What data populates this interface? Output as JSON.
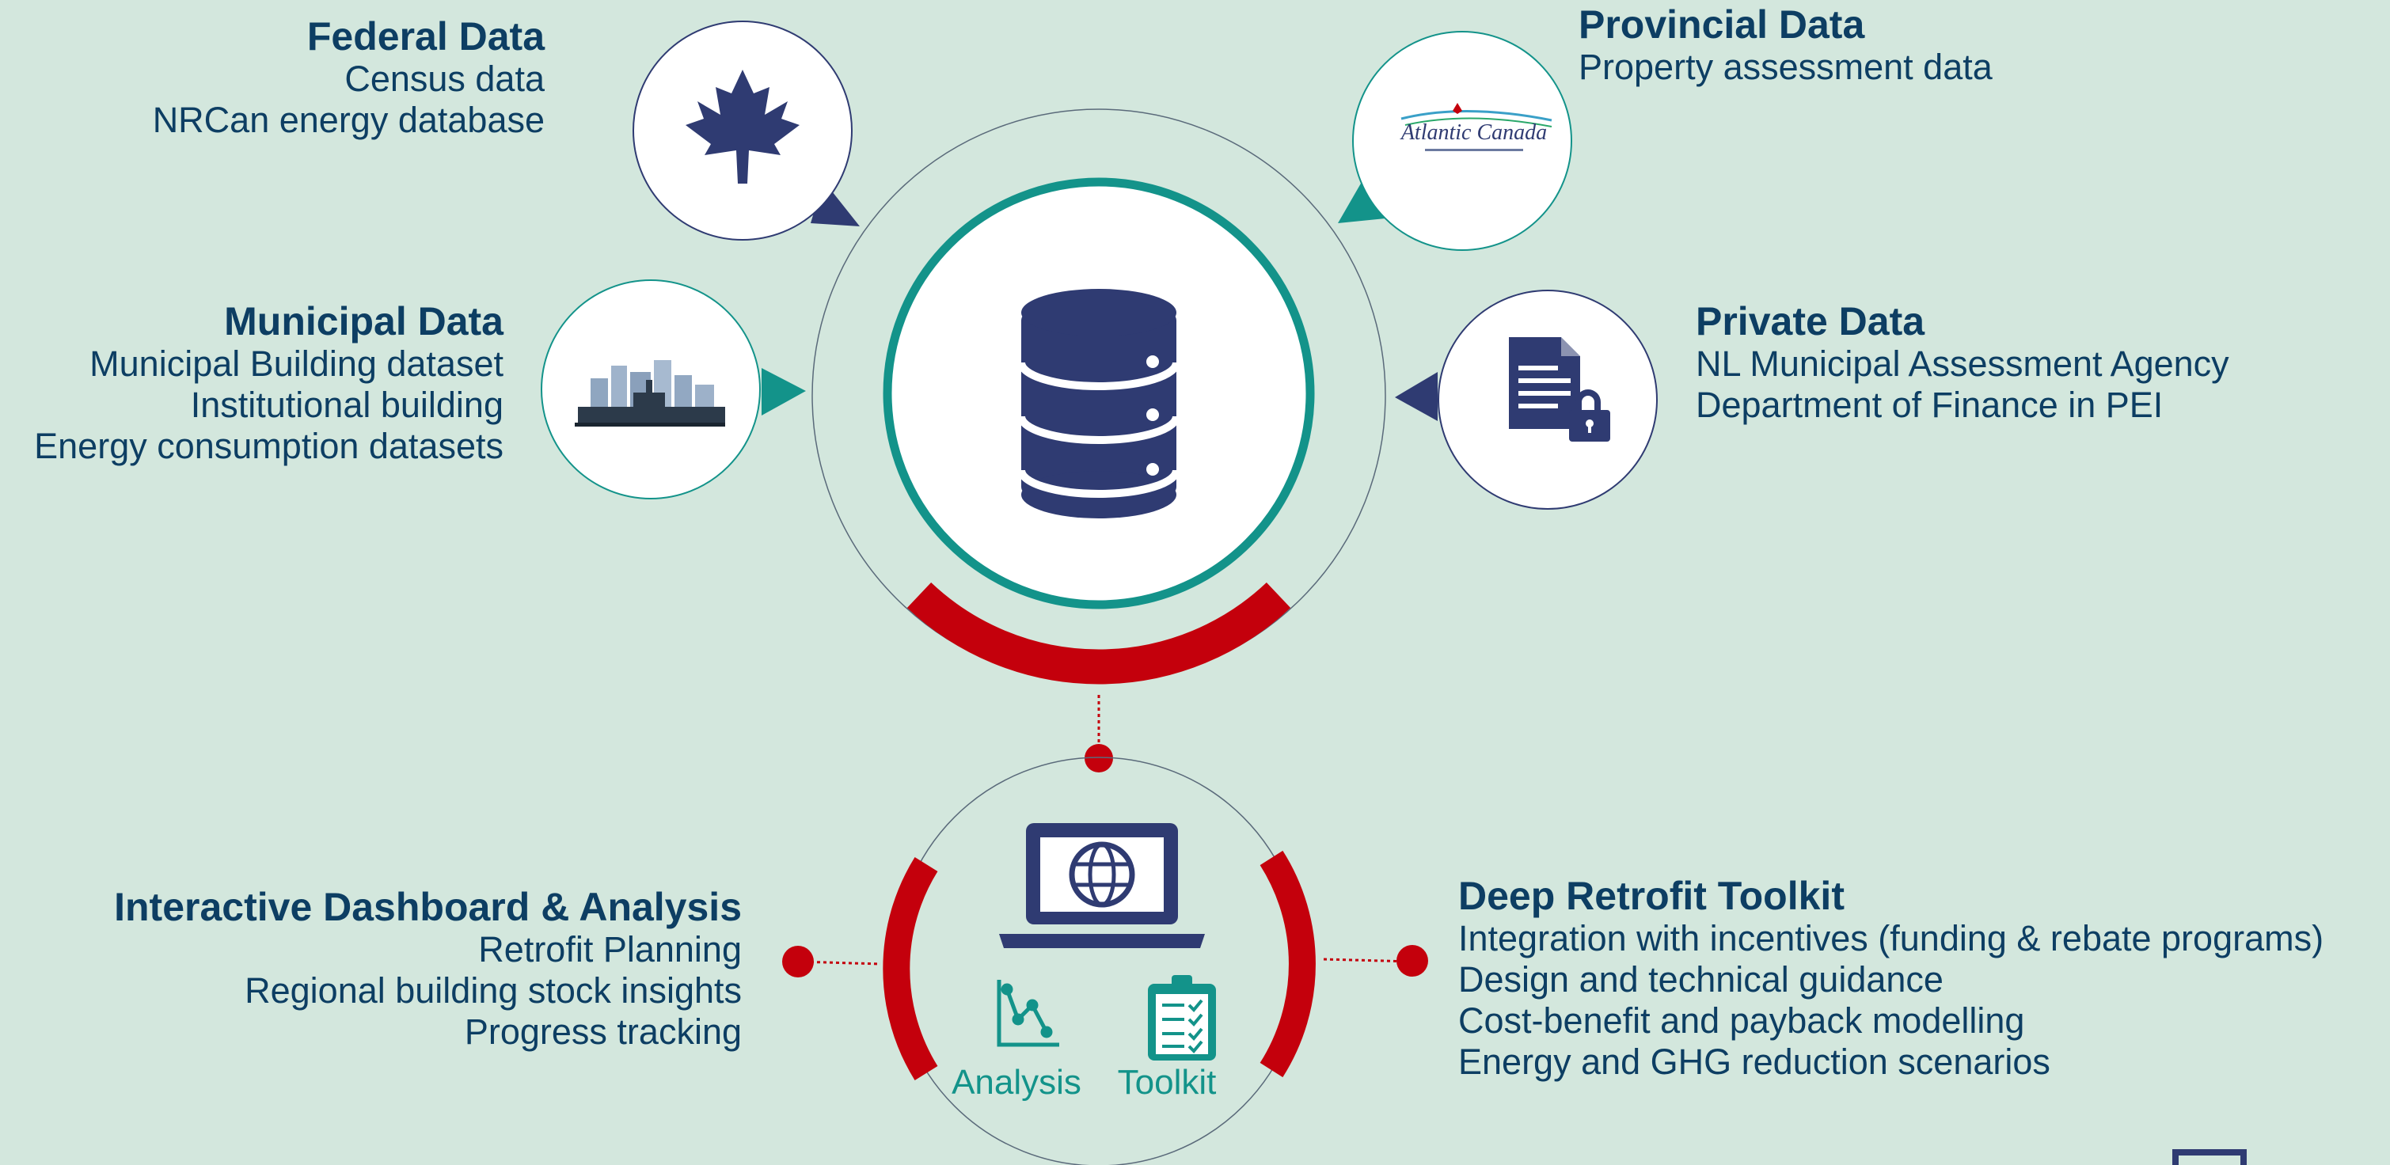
{
  "sources": {
    "federal": {
      "title": "Federal Data",
      "items": [
        "Census data",
        "NRCan energy database"
      ],
      "icon": "maple-leaf-icon"
    },
    "provincial": {
      "title": "Provincial Data",
      "items": [
        "Property assessment data"
      ],
      "icon": "atlantic-canada-logo",
      "logo_text": "Atlantic Canada"
    },
    "municipal": {
      "title": "Municipal Data",
      "items": [
        "Municipal Building dataset",
        "Institutional building",
        "Energy consumption datasets"
      ],
      "icon": "city-skyline-icon"
    },
    "private": {
      "title": "Private Data",
      "items": [
        "NL Municipal Assessment Agency",
        "Department of Finance in PEI"
      ],
      "icon": "locked-document-icon"
    }
  },
  "center": {
    "icon": "database-icon"
  },
  "outputs": {
    "dashboard": {
      "title": "Interactive Dashboard & Analysis",
      "items": [
        "Retrofit Planning",
        "Regional building stock insights",
        "Progress tracking"
      ]
    },
    "toolkit": {
      "title": "Deep Retrofit Toolkit",
      "items": [
        "Integration with incentives (funding & rebate programs)",
        "Design and technical guidance",
        "Cost-benefit and payback modelling",
        "Energy and GHG reduction scenarios"
      ]
    },
    "captions": {
      "analysis": "Analysis",
      "toolkit": "Toolkit"
    }
  },
  "colors": {
    "background": "#d3e7dd",
    "navy": "#2f3b72",
    "teal": "#13938a",
    "red": "#c4000c",
    "text": "#0d3e63"
  }
}
